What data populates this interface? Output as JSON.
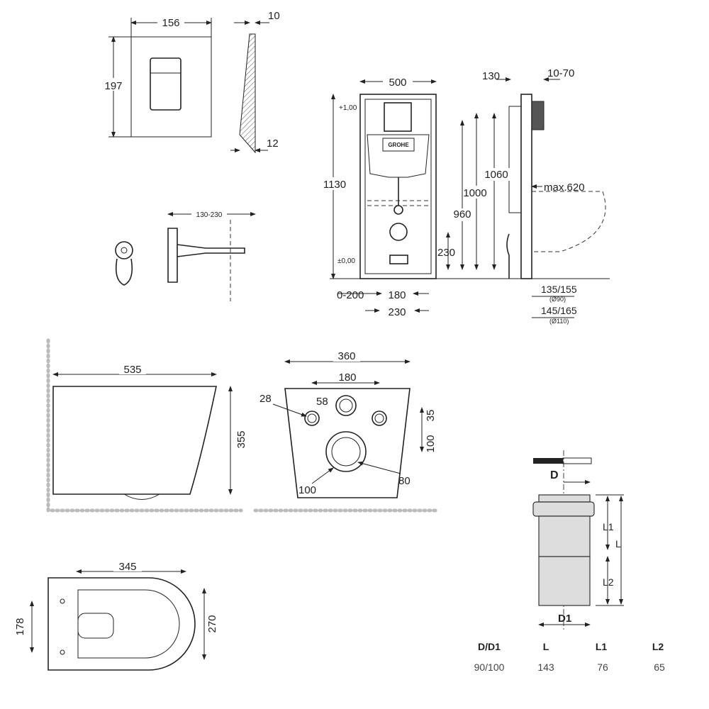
{
  "flush_plate": {
    "width": "156",
    "height": "197",
    "depth_top": "10",
    "depth_bottom": "12"
  },
  "connector": {
    "range": "130-230"
  },
  "frame_front": {
    "width": "500",
    "height": "1130",
    "level_top": "+1,00",
    "level_zero": "±0,00",
    "h1000": "1000",
    "h960": "960",
    "h230": "230",
    "offset": "0-200",
    "w180": "180",
    "w230": "230",
    "brand": "GROHE"
  },
  "frame_side": {
    "d130": "130",
    "d10_70": "10-70",
    "h1060": "1060",
    "max620": "max.620",
    "d135_155": "135/155",
    "dia90": "(Ø90)",
    "d145_165": "145/165",
    "dia110": "(Ø110)"
  },
  "toilet_side": {
    "length": "535",
    "height": "355"
  },
  "toilet_back": {
    "width": "360",
    "spacing": "180",
    "d58": "58",
    "d28": "28",
    "d35": "35",
    "d100v": "100",
    "d100": "100",
    "d80": "80"
  },
  "toilet_top": {
    "width": "345",
    "d178": "178",
    "d270": "270"
  },
  "pipe": {
    "label_d": "D",
    "label_d1": "D1",
    "label_l": "L",
    "label_l1": "L1",
    "label_l2": "L2",
    "table": {
      "headers": [
        "D/D1",
        "L",
        "L1",
        "L2"
      ],
      "values": [
        "90/100",
        "143",
        "76",
        "65"
      ]
    }
  }
}
